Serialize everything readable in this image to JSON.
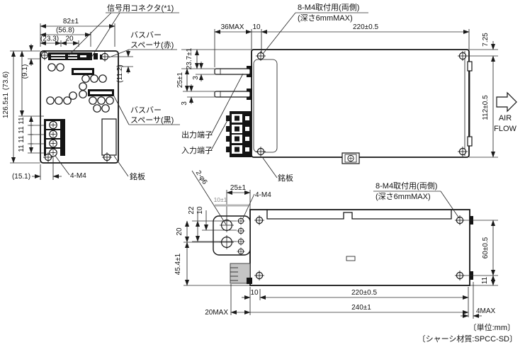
{
  "drawing": {
    "front_view": {
      "dim_82": "82±1",
      "dim_568": "(56.8)",
      "dim_233": "(23.3)",
      "dim_20": "20",
      "dim_736": "(73.6)",
      "dim_1265": "126.5±1",
      "dim_91": "(9.1)",
      "dim_11_1": "11",
      "dim_11_2": "11",
      "dim_11_3": "11",
      "dim_11_4": "11",
      "dim_151": "(15.1)",
      "dim_112b": "(11.2)",
      "label_signal_connector": "信号用コネクタ(*1)",
      "label_busbar_red_1": "バスバー",
      "label_busbar_red_2": "スペーサ(赤)",
      "label_busbar_black_1": "バスバー",
      "label_busbar_black_2": "スペーサ(黒)",
      "label_4m4": "4-M4",
      "label_nameplate": "銘板"
    },
    "top_view": {
      "dim_36max": "36MAX",
      "dim_10": "10",
      "dim_220": "220±0.5",
      "label_8m4_1": "8-M4取付用(両側)",
      "label_8m4_2": "(深さ6mmMAX)",
      "dim_725": "7.25",
      "dim_112": "112±0.5",
      "dim_237": "23.7±1",
      "dim_3a": "3",
      "dim_25": "25±1",
      "dim_3b": "3",
      "label_output": "出力端子",
      "label_input": "入力端子",
      "label_nameplate": "銘板",
      "airflow_1": "AIR",
      "airflow_2": "FLOW"
    },
    "side_view": {
      "dim_2phi6": "2-φ6",
      "dim_25": "25±1",
      "label_4m4": "4-M4",
      "dim_10_1": "10±1",
      "dim_22": "22",
      "dim_10a": "10",
      "dim_20": "20",
      "dim_454": "45.4±1",
      "label_8m4_1": "8-M4取付用(両側)",
      "label_8m4_2": "(深さ6mmMAX)",
      "dim_60": "60±0.5",
      "dim_11": "11",
      "dim_10b": "10",
      "dim_220": "220±0.5",
      "dim_240": "240±1",
      "dim_20max": "20MAX",
      "dim_4max": "4MAX"
    },
    "footer": {
      "unit": "〔単位:mm〕",
      "material": "〔シャーシ材質:SPCC-SD〕"
    }
  }
}
